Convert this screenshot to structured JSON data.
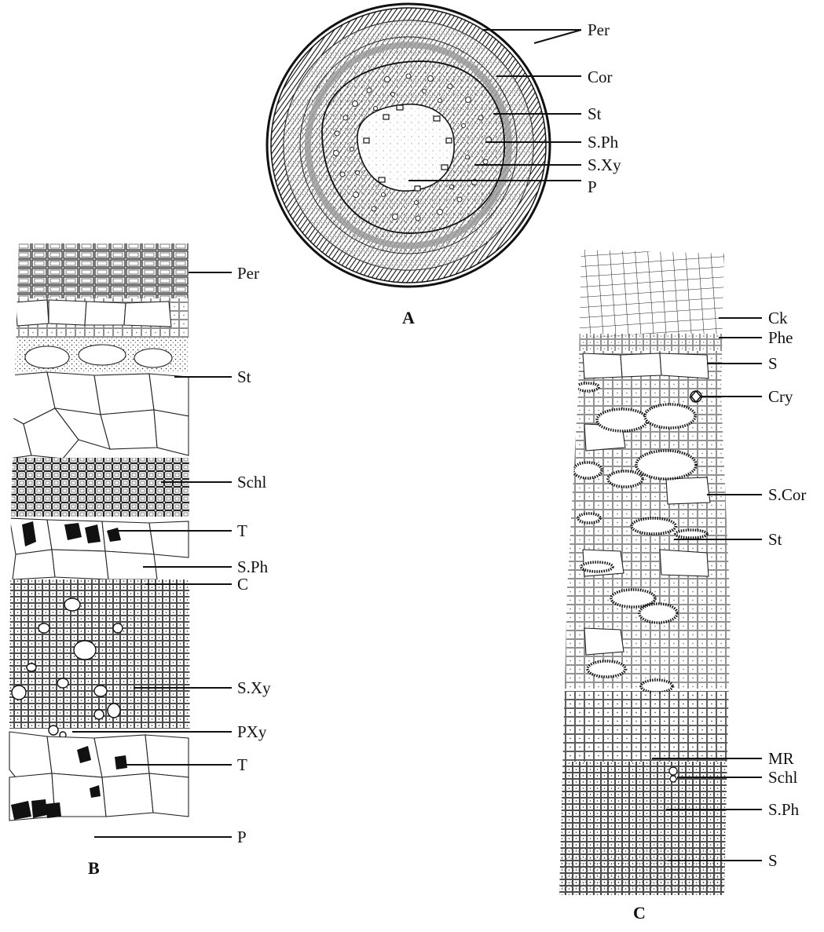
{
  "panels": [
    {
      "id": "A",
      "caption": "A",
      "labels": [
        "Per",
        "Cor",
        "St",
        "S.Ph",
        "S.Xy",
        "P"
      ]
    },
    {
      "id": "B",
      "caption": "B",
      "labels": [
        "Per",
        "St",
        "Schl",
        "T",
        "S.Ph",
        "C",
        "S.Xy",
        "PXy",
        "T",
        "P"
      ]
    },
    {
      "id": "C",
      "caption": "C",
      "labels": [
        "Ck",
        "Phe",
        "S",
        "Cry",
        "S.Cor",
        "St",
        "MR",
        "Schl",
        "S.Ph",
        "S"
      ]
    }
  ]
}
